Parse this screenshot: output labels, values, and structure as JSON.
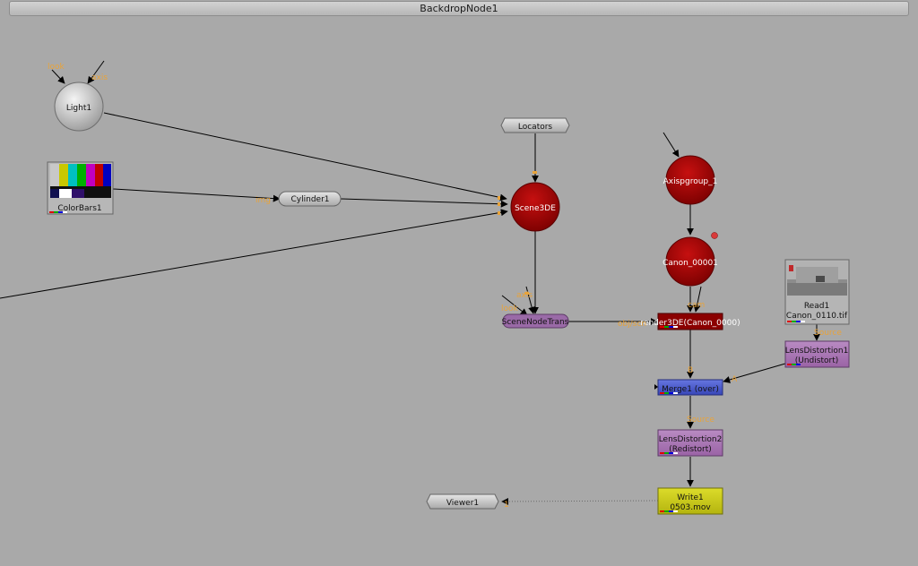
{
  "backdrop": {
    "title": "BackdropNode1"
  },
  "nodes": {
    "light1": {
      "label": "Light1",
      "inputs": [
        "look",
        "axis"
      ]
    },
    "colorbars1": {
      "label": "ColorBars1"
    },
    "cylinder1": {
      "label": "Cylinder1",
      "input": "img"
    },
    "locators": {
      "label": "Locators"
    },
    "scene3de": {
      "label": "Scene3DE"
    },
    "scenenodetrans": {
      "label": "SceneNodeTrans",
      "inputs": [
        "axis",
        "look"
      ]
    },
    "axispgroup1": {
      "label": "Axispgroup_1"
    },
    "canon00001": {
      "label": "Canon_00001"
    },
    "render3de": {
      "label": "render3DE(Canon_0000)",
      "input_cam": "cam",
      "input_obj": "obj/scn"
    },
    "read1": {
      "label": "Read1",
      "file": "Canon_0110.tif"
    },
    "lensdistortion1": {
      "label": "LensDistortion1",
      "mode": "(Undistort)",
      "input": "Source"
    },
    "merge1": {
      "label": "Merge1 (over)",
      "input_a": "A",
      "input_b": "B"
    },
    "lensdistortion2": {
      "label": "LensDistortion2",
      "mode": "(Redistort)",
      "input": "Source"
    },
    "write1": {
      "label": "Write1",
      "file": "0503.mov"
    },
    "viewer1": {
      "label": "Viewer1",
      "input": "1"
    }
  },
  "colors": {
    "canvas": "#a9a9a9",
    "camera_node": "#b30000",
    "render_node": "#8b0000",
    "merge_node": "#4a5bd0",
    "lensdistortion_node": "#a572b0",
    "write_node": "#c7c71a",
    "scenenode_node": "#9a6aa7",
    "pin_label": "#e8a33a"
  }
}
